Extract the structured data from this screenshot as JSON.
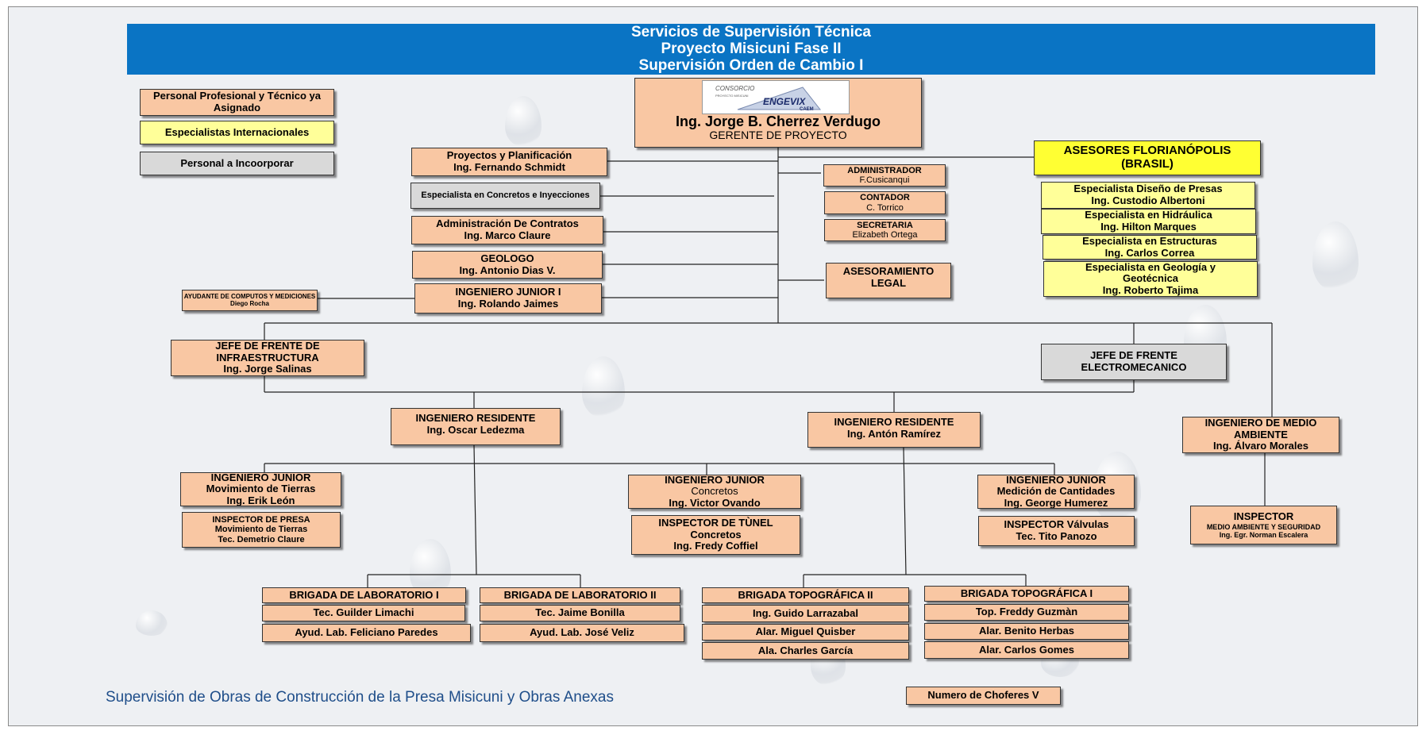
{
  "header": {
    "line1": "Servicios de Supervisión Técnica",
    "line2": "Proyecto Misicuni Fase II",
    "line3": "Supervisión Orden de Cambio I"
  },
  "legend": {
    "assigned": "Personal Profesional y Técnico ya Asignado",
    "international": "Especialistas Internacionales",
    "to_incorporate": "Personal a Incoorporar"
  },
  "logo": {
    "top": "CONSORCIO",
    "mid": "PROYECTO MISICUNI",
    "brand": "ENGEVIX",
    "sub": "CAEM"
  },
  "manager": {
    "name": "Ing. Jorge B. Cherrez Verdugo",
    "role": "GERENTE DE PROYECTO"
  },
  "left_staff": [
    {
      "role": "Proyectos y Planificación",
      "name": "Ing. Fernando Schmidt"
    },
    {
      "role": "Especialista en Concretos e Inyecciones"
    },
    {
      "role": "Administración De Contratos",
      "name": "Ing. Marco Claure"
    },
    {
      "role": "GEOLOGO",
      "name": "Ing. Antonio Dias V."
    },
    {
      "role": "INGENIERO JUNIOR I",
      "name": "Ing. Rolando Jaimes"
    }
  ],
  "ayudante": {
    "role": "AYUDANTE DE COMPUTOS Y MEDICIONES",
    "name": "Diego Rocha"
  },
  "admin_staff": [
    {
      "role": "ADMINISTRADOR",
      "name": "F.Cusicanqui"
    },
    {
      "role": "CONTADOR",
      "name": "C. Torrico"
    },
    {
      "role": "SECRETARIA",
      "name": "Elizabeth Ortega"
    }
  ],
  "legal": {
    "label": "ASESORAMIENTO LEGAL"
  },
  "advisors": {
    "title": "ASESORES FLORIANÓPOLIS (BRASIL)",
    "items": [
      {
        "role": "Especialista Diseño de Presas",
        "name": "Ing. Custodio Albertoni"
      },
      {
        "role": "Especialista en Hidráulica",
        "name": "Ing. Hilton Marques"
      },
      {
        "role": "Especialista en Estructuras",
        "name": "Ing. Carlos Correa"
      },
      {
        "role": "Especialista en Geología y Geotécnica",
        "name": "Ing. Roberto Tajima"
      }
    ]
  },
  "jefe_infra": {
    "role": "JEFE DE FRENTE DE INFRAESTRUCTURA",
    "name": "Ing. Jorge Salinas"
  },
  "jefe_electro": {
    "role": "JEFE DE FRENTE ELECTROMECANICO"
  },
  "residente_1": {
    "role": "INGENIERO RESIDENTE",
    "name": "Ing. Oscar Ledezma"
  },
  "residente_2": {
    "role": "INGENIERO RESIDENTE",
    "name": "Ing. Antón Ramírez"
  },
  "medio_ambiente": {
    "role": "INGENIERO DE  MEDIO AMBIENTE",
    "name": "Ing. Álvaro Morales"
  },
  "junior_mov": {
    "role": "INGENIERO JUNIOR",
    "area": "Movimiento de Tierras",
    "name": "Ing. Erik León"
  },
  "inspector_presa": {
    "role": "INSPECTOR  DE PRESA",
    "area": "Movimiento de Tierras",
    "name": "Tec. Demetrio Claure"
  },
  "junior_conc": {
    "role": "INGENIERO JUNIOR",
    "area": "Concretos",
    "name": "Ing. Victor Ovando"
  },
  "inspector_tunel": {
    "role": "INSPECTOR DE TÙNEL",
    "area": "Concretos",
    "name": "Ing. Fredy Coffiel"
  },
  "junior_med": {
    "role": "INGENIERO JUNIOR",
    "area": "Medición de Cantidades",
    "name": "Ing. George Humerez"
  },
  "inspector_valv": {
    "role": "INSPECTOR Válvulas",
    "name": "Tec. Tito Panozo"
  },
  "inspector_ma": {
    "role": "INSPECTOR",
    "area": "MEDIO AMBIENTE Y SEGURIDAD",
    "name": "Ing. Egr. Norman Escalera"
  },
  "brigades": [
    {
      "title": "BRIGADA DE LABORATORIO I",
      "members": [
        "Tec. Guilder Limachi",
        "Ayud. Lab. Feliciano Paredes"
      ]
    },
    {
      "title": "BRIGADA DE LABORATORIO II",
      "members": [
        "Tec. Jaime Bonilla",
        "Ayud. Lab. José Veliz"
      ]
    },
    {
      "title": "BRIGADA TOPOGRÁFICA II",
      "members": [
        "Ing. Guido Larrazabal",
        "Alar. Miguel Quisber",
        "Ala. Charles García"
      ]
    },
    {
      "title": "BRIGADA TOPOGRÁFICA I",
      "members": [
        "Top. Freddy Guzmàn",
        "Alar. Benito Herbas",
        "Alar. Carlos Gomes"
      ]
    }
  ],
  "choferes": {
    "label": "Numero de Choferes V"
  },
  "footer": {
    "text": "Supervisión de Obras de Construcción de la Presa Misicuni y Obras Anexas"
  },
  "colors": {
    "header": "#0a74c4",
    "assigned": "#f9c7a3",
    "international": "#ffff99",
    "to_incorporate": "#d9d9d9",
    "advisors_title": "#ffff33"
  }
}
